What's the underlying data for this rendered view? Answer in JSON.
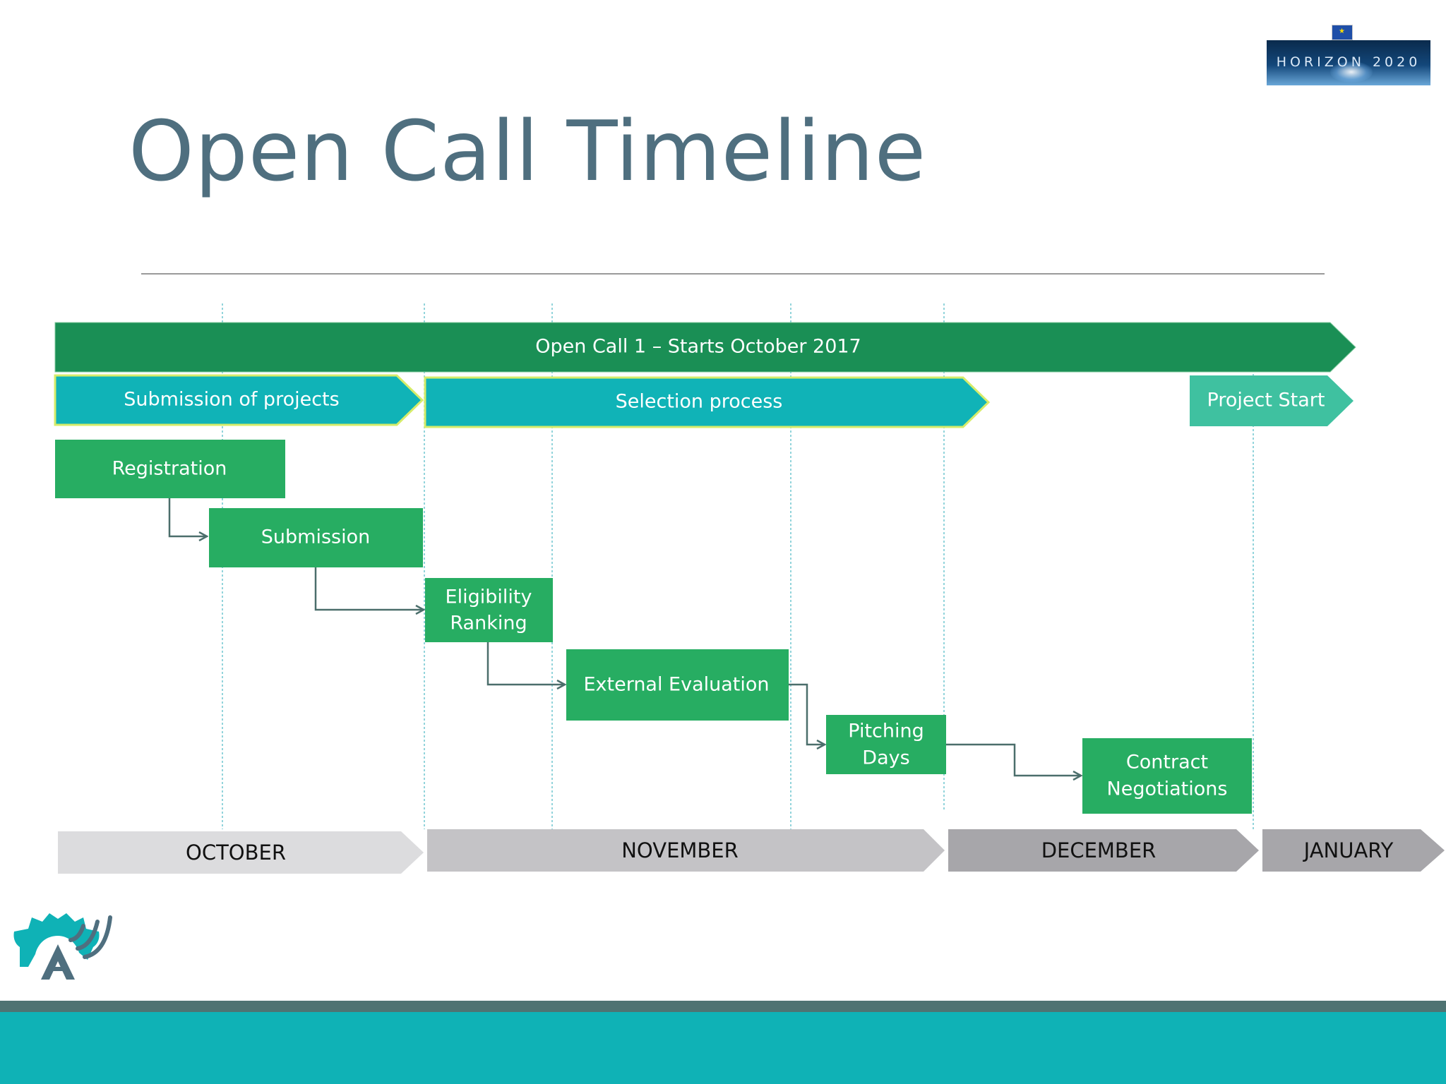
{
  "slide": {
    "title": "Open Call Timeline",
    "logos": {
      "horizon": {
        "name": "horizon-2020-logo",
        "text": "HORIZON 2020"
      },
      "project": {
        "name": "gear-a-logo-icon",
        "color": "#0fb2b6"
      }
    },
    "colors": {
      "title": "#4f6f7f",
      "dark_green": "#1a8f55",
      "green": "#27ad62",
      "teal": "#10b3b7",
      "light_teal": "#3fc1a0",
      "footer_band": "#0fb2b6",
      "footer_line": "#4f7372"
    }
  },
  "timeline": {
    "banner": "Open Call 1 – Starts October 2017",
    "phases": [
      {
        "label": "Submission of projects"
      },
      {
        "label": "Selection process"
      },
      {
        "label": "Project Start"
      }
    ],
    "steps": [
      {
        "lines": [
          "Registration"
        ]
      },
      {
        "lines": [
          "Submission"
        ]
      },
      {
        "lines": [
          "Eligibility",
          "Ranking"
        ]
      },
      {
        "lines": [
          "External Evaluation"
        ]
      },
      {
        "lines": [
          "Pitching",
          "Days"
        ]
      },
      {
        "lines": [
          "Contract",
          "Negotiations"
        ]
      }
    ],
    "months": [
      "OCTOBER",
      "NOVEMBER",
      "DECEMBER",
      "JANUARY"
    ]
  }
}
